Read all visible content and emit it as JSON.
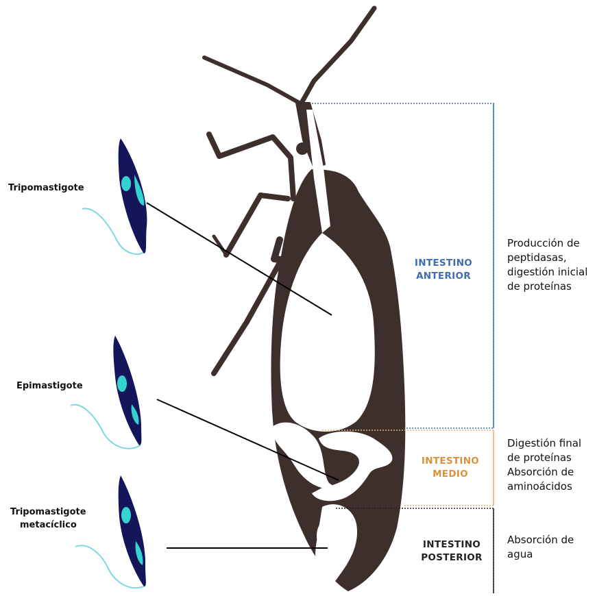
{
  "parasites": {
    "tripomastigote": "Tripomastigote",
    "epimastigote": "Epimastigote",
    "metaciclico_line1": "Tripomastigote",
    "metaciclico_line2": "metacíclico"
  },
  "sections": {
    "anterior": {
      "label_line1": "INTESTINO",
      "label_line2": "ANTERIOR",
      "color": "#3f6db2",
      "desc": [
        "Producción de",
        "peptidasas,",
        "digestión inicial",
        "de proteínas"
      ]
    },
    "medio": {
      "label_line1": "INTESTINO",
      "label_line2": "MEDIO",
      "color": "#d9923a",
      "desc": [
        "Digestión final",
        "de proteínas",
        "Absorción de",
        "aminoácidos"
      ]
    },
    "posterior": {
      "label_line1": "INTESTINO",
      "label_line2": "POSTERIOR",
      "color": "#222222",
      "desc": [
        "Absorción de",
        "agua"
      ]
    }
  },
  "colors": {
    "bug_body": "#3d302c",
    "parasite_body": "#15155a",
    "parasite_accent": "#35d3cf",
    "flagellum": "#7fd8da"
  },
  "icons": [
    "triatomine-bug-icon",
    "trypanosome-parasite-icon"
  ]
}
